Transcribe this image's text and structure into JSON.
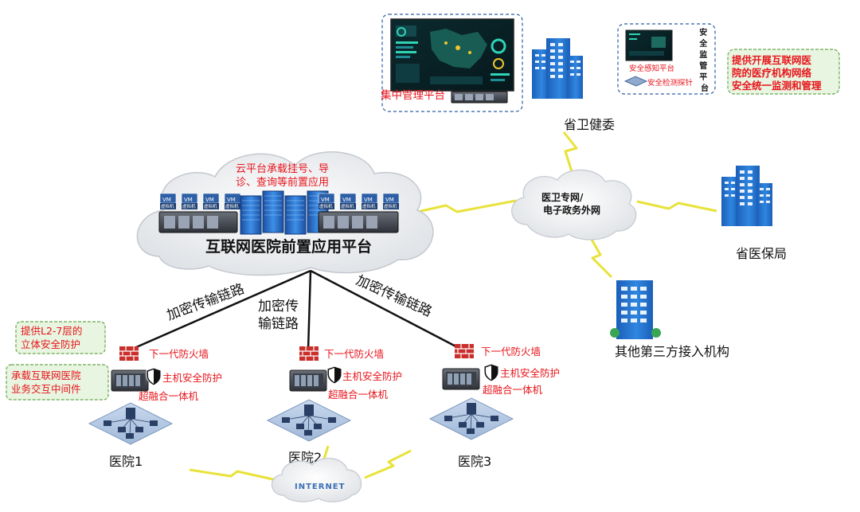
{
  "colors": {
    "accent_red": "#e8141b",
    "building_blue": "#1e6fd0",
    "lightning_yellow": "#e8e23a",
    "note_green_bg": "#e8f5e0",
    "note_green_border": "#6aa84f",
    "cloud_fill": "#eef0f2"
  },
  "top": {
    "central_platform_label": "集中管理平台",
    "security_panel_vertical_title": "安全监管平台",
    "security_perception_label": "安全感知平台",
    "security_probe_label": "安全检测探针",
    "provincial_health_commission": "省卫健委",
    "right_note": "提供开展互联网医院的医疗机构网络安全统一监测和管理"
  },
  "cloud_platform": {
    "note": "云平台承载挂号、导诊、查询等前置应用",
    "title": "互联网医院前置应用平台",
    "vm_label": "VM",
    "vm_sub": "虚拟机"
  },
  "network": {
    "label": "医卫专网/电子政务外网"
  },
  "agencies": {
    "medical_insurance": "省医保局",
    "third_party": "其他第三方接入机构"
  },
  "links": {
    "left": "加密传输链路",
    "middle": "加密传输链路",
    "right": "加密传输链路"
  },
  "left_notes": {
    "note1": "提供L2-7层的立体安全防护",
    "note2": "承载互联网医院业务交互中间件"
  },
  "hospitals": [
    {
      "name": "医院1",
      "firewall": "下一代防火墙",
      "host_protection": "主机安全防护",
      "hci": "超融合一体机"
    },
    {
      "name": "医院2",
      "firewall": "下一代防火墙",
      "host_protection": "主机安全防护",
      "hci": "超融合一体机"
    },
    {
      "name": "医院3",
      "firewall": "下一代防火墙",
      "host_protection": "主机安全防护",
      "hci": "超融合一体机"
    }
  ],
  "internet": {
    "label": "INTERNET"
  }
}
